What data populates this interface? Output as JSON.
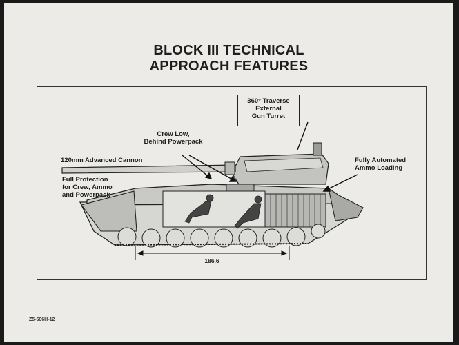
{
  "title": {
    "line1": "BLOCK III TECHNICAL",
    "line2": "APPROACH FEATURES"
  },
  "labels": {
    "turret_box": [
      "360° Traverse",
      "External",
      "Gun Turret"
    ],
    "crew_low": [
      "Crew Low,",
      "Behind Powerpack"
    ],
    "cannon": "120mm Advanced Cannon",
    "protection": [
      "Full Protection",
      "for Crew, Ammo",
      "and Powerpack"
    ],
    "ammo": [
      "Fully Automated",
      "Ammo Loading"
    ],
    "dimension": "186.6"
  },
  "doc_code": "Z5-506H-12",
  "colors": {
    "ink": "#1e1e1e",
    "paper": "#ecebe7",
    "hull": "#c9c9c6",
    "hull_dark": "#8e8e8b"
  }
}
